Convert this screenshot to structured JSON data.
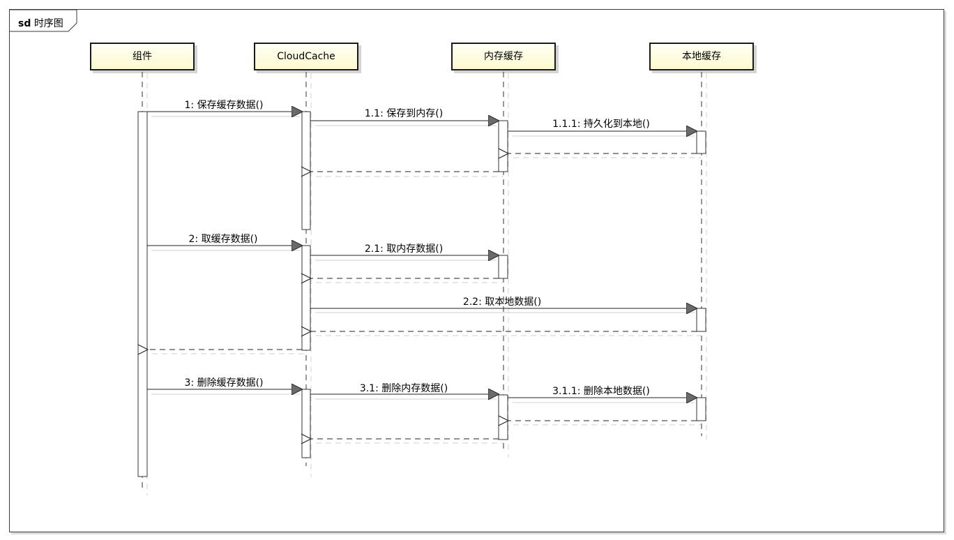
{
  "frame": {
    "keyword": "sd",
    "name": "时序图"
  },
  "lifelines": [
    {
      "id": "component",
      "name": "组件"
    },
    {
      "id": "cloudcache",
      "name": "CloudCache"
    },
    {
      "id": "memcache",
      "name": "内存缓存"
    },
    {
      "id": "localcache",
      "name": "本地缓存"
    }
  ],
  "messages": {
    "m1": "1: 保存缓存数据()",
    "m1_1": "1.1: 保存到内存()",
    "m1_1_1": "1.1.1: 持久化到本地()",
    "m2": "2: 取缓存数据()",
    "m2_1": "2.1: 取内存数据()",
    "m2_2": "2.2: 取本地数据()",
    "m3": "3: 删除缓存数据()",
    "m3_1": "3.1: 删除内存数据()",
    "m3_1_1": "3.1.1: 删除本地数据()"
  }
}
